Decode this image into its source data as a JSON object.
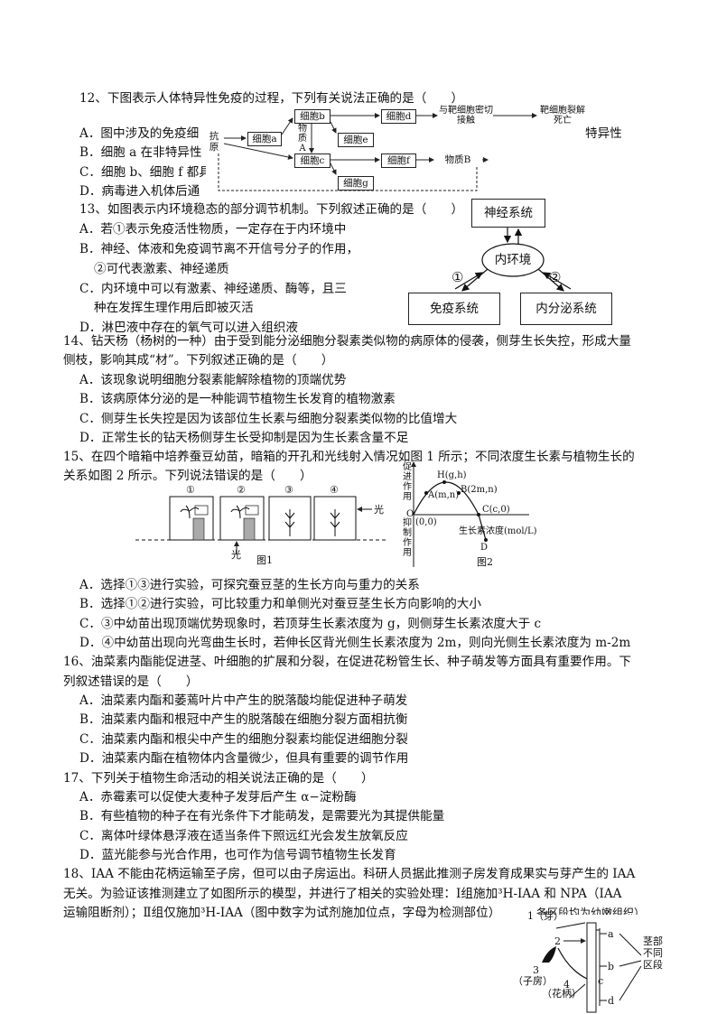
{
  "q12": {
    "stem": "12、下图表示人体特异性免疫的过程，下列有关说法正确的是（　　）",
    "options": {
      "A": "A．图中涉及的免疫细",
      "A_tail": "特异性",
      "B": "B．细胞 a 在非特异性",
      "C": "C．细胞 b、细胞 f 都具",
      "D": "D．病毒进入机体后通"
    },
    "diagram": {
      "antigen": "抗原",
      "cell_a": "细胞a",
      "cell_b": "细胞b",
      "cell_c": "细胞c",
      "cell_d": "细胞d",
      "cell_e": "细胞e",
      "cell_f": "细胞f",
      "cell_g": "细胞g",
      "substance_a": "物质A",
      "substance_b": "物质B",
      "contact": "与靶细胞密切接触",
      "lysis": "靶细胞裂解死亡"
    }
  },
  "q13": {
    "stem": "13、如图表示内环境稳态的部分调节机制。下列叙述正确的是（　　）",
    "A": "A．若①表示免疫活性物质，一定存在于内环境中",
    "B1": "B．神经、体液和免疫调节离不开信号分子的作用，",
    "B2": "②可代表激素、神经递质",
    "C1": "C．内环境中可以有激素、神经递质、酶等，且三",
    "C2": "种在发挥生理作用后即被灭活",
    "D": "D．淋巴液中存在的氧气可以进入组织液",
    "diagram": {
      "nervous": "神经系统",
      "internal": "内环境",
      "immune": "免疫系统",
      "endocrine": "内分泌系统",
      "label1": "①",
      "label2": "②"
    }
  },
  "q14": {
    "stem1": "14、钻天杨（杨树的一种）由于受到能分泌细胞分裂素类似物的病原体的侵袭，侧芽生长失控，形成大量",
    "stem2": "侧枝，影响其成“材”。下列叙述正确的是（　　）",
    "A": "A．该现象说明细胞分裂素能解除植物的顶端优势",
    "B": "B．该病原体分泌的是一种能调节植物生长发育的植物激素",
    "C": "C．侧芽生长失控是因为该部位生长素与细胞分裂素类似物的比值增大",
    "D": "D．正常生长的钻天杨侧芽生长受抑制是因为生长素含量不足"
  },
  "q15": {
    "stem1": "15、在四个暗箱中培养蚕豆幼苗，暗箱的开孔和光线射入情况如图 1 所示；不同浓度生长素与植物生长的",
    "stem2": "关系如图 2 所示。下列说法错误的是（　　）",
    "fig1": {
      "b1": "①",
      "b2": "②",
      "b3": "③",
      "b4": "④",
      "light_right": "光",
      "light_bottom": "光",
      "caption": "图1"
    },
    "fig2": {
      "yaxis_top": "促进作用",
      "yaxis_bottom": "抑制作用",
      "origin": "O",
      "point_origin": "(0,0)",
      "point_a": "A(m,n)",
      "point_b": "B(2m,n)",
      "point_h": "H(g,h)",
      "point_c": "C(c,0)",
      "point_d": "D",
      "xlabel": "生长素浓度(mol/L)",
      "caption": "图2"
    },
    "A": "A．选择①③进行实验，可探究蚕豆茎的生长方向与重力的关系",
    "B": "B．选择①②进行实验，可比较重力和单侧光对蚕豆茎生长方向影响的大小",
    "C": "C．③中幼苗出现顶端优势现象时，若顶芽生长素浓度为 g，则侧芽生长素浓度大于 c",
    "D": "D．④中幼苗出现向光弯曲生长时，若伸长区背光侧生长素浓度为 2m，则向光侧生长素浓度为 m-2m"
  },
  "q16": {
    "stem1": "16、油菜素内酯能促进茎、叶细胞的扩展和分裂，在促进花粉管生长、种子萌发等方面具有重要作用。下",
    "stem2": "列叙述错误的是（　　）",
    "A": "A．油菜素内酯和萎蔫叶片中产生的脱落酸均能促进种子萌发",
    "B": "B．油菜素内酯和根冠中产生的脱落酸在细胞分裂方面相抗衡",
    "C": "C．油菜素内酯和根尖中产生的细胞分裂素均能促进细胞分裂",
    "D": "D．油菜素内酯在植物体内含量微少，但具有重要的调节作用"
  },
  "q17": {
    "stem": "17、下列关于植物生命活动的相关说法正确的是（　　）",
    "A": "A．赤霉素可以促使大麦种子发芽后产生 α−淀粉酶",
    "B": "B．有些植物的种子在有光条件下才能萌发，是需要光为其提供能量",
    "C": "C．离体叶绿体悬浮液在适当条件下照远红光会发生放氧反应",
    "D": "D．蓝光能参与光合作用，也可作为信号调节植物生长发育"
  },
  "q18": {
    "line1": "18、IAA 不能由花柄运输至子房，但可以由子房运出。科研人员据此推测子房发育成果实与芽产生的 IAA",
    "line2": "无关。为验证该推测建立了如图所示的模型，并进行了相关的实验处理：Ⅰ组施加³H-IAA 和 NPA（IAA",
    "line3": "运输阻断剂）；Ⅱ组仅施加³H-IAA（图中数字为试剂施加位点，字母为检测部位）",
    "line3_tail": "各区段均为幼嫩组织）",
    "diagram": {
      "bud": "1（芽）",
      "p2": "2",
      "p3": "3",
      "ovary": "（子房）",
      "p4": "4",
      "stalk": "（花柄）",
      "a": "a",
      "b": "b",
      "c": "c",
      "d": "d",
      "stem_label": "茎部不同区段"
    }
  }
}
